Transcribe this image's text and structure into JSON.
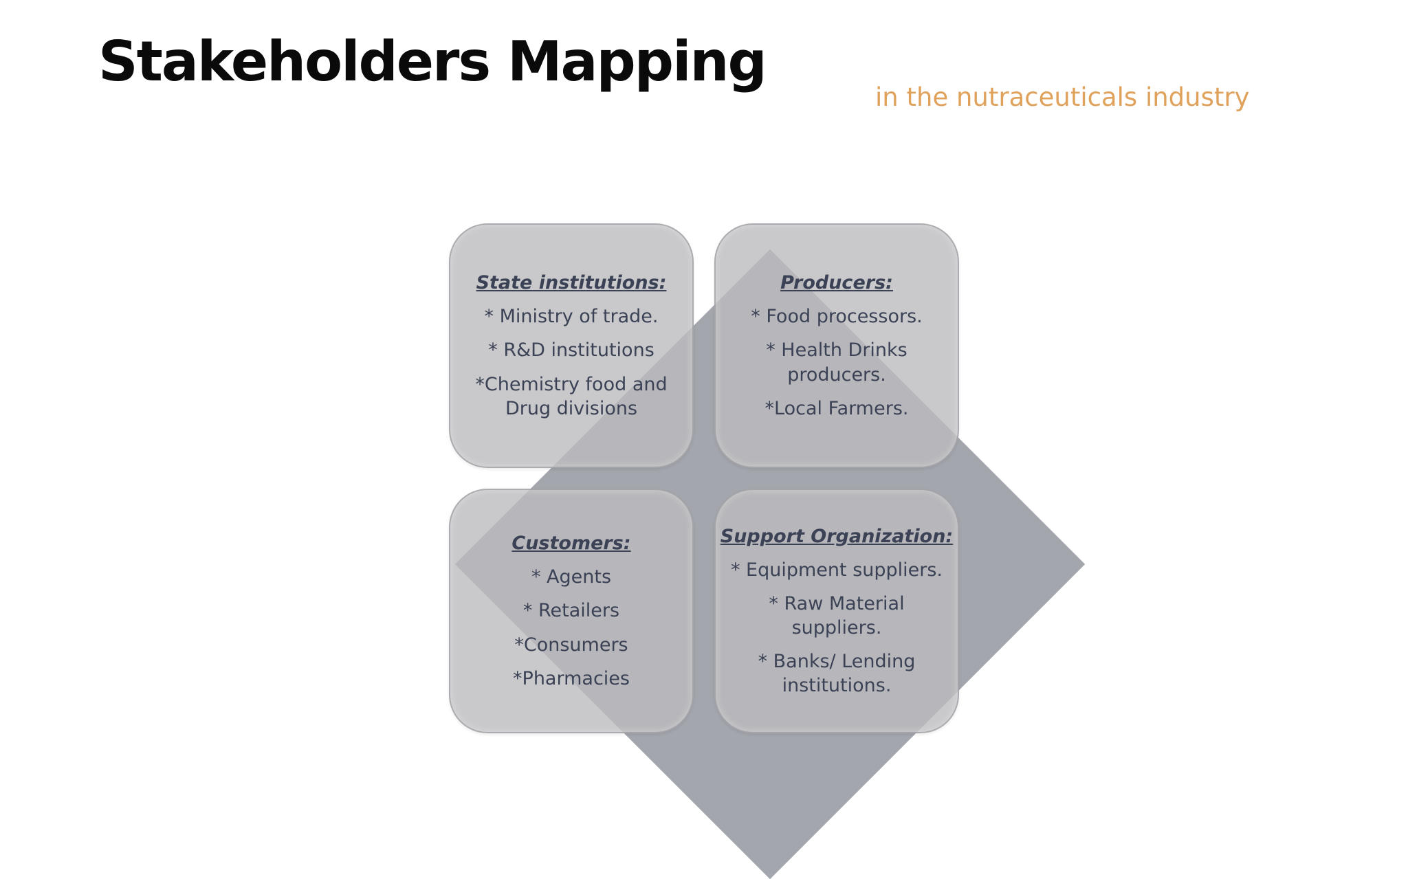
{
  "title": "Stakeholders Mapping",
  "subtitle": "in the nutraceuticals industry",
  "colors": {
    "title": "#0a0a0a",
    "subtitle": "#e0a15a",
    "diamond": "#a4a6ae",
    "quadrant_text": "#3b4255"
  },
  "quadrants": [
    {
      "heading": "State institutions:",
      "items": [
        "* Ministry of trade.",
        "* R&D institutions",
        "*Chemistry food and Drug divisions"
      ]
    },
    {
      "heading": "Producers:",
      "items": [
        "* Food processors.",
        "* Health Drinks producers.",
        "*Local Farmers."
      ]
    },
    {
      "heading": "Customers:",
      "items": [
        "* Agents",
        "* Retailers",
        "*Consumers",
        "*Pharmacies"
      ]
    },
    {
      "heading": "Support Organization:",
      "items": [
        "* Equipment suppliers.",
        "* Raw Material suppliers.",
        "* Banks/ Lending institutions."
      ]
    }
  ]
}
